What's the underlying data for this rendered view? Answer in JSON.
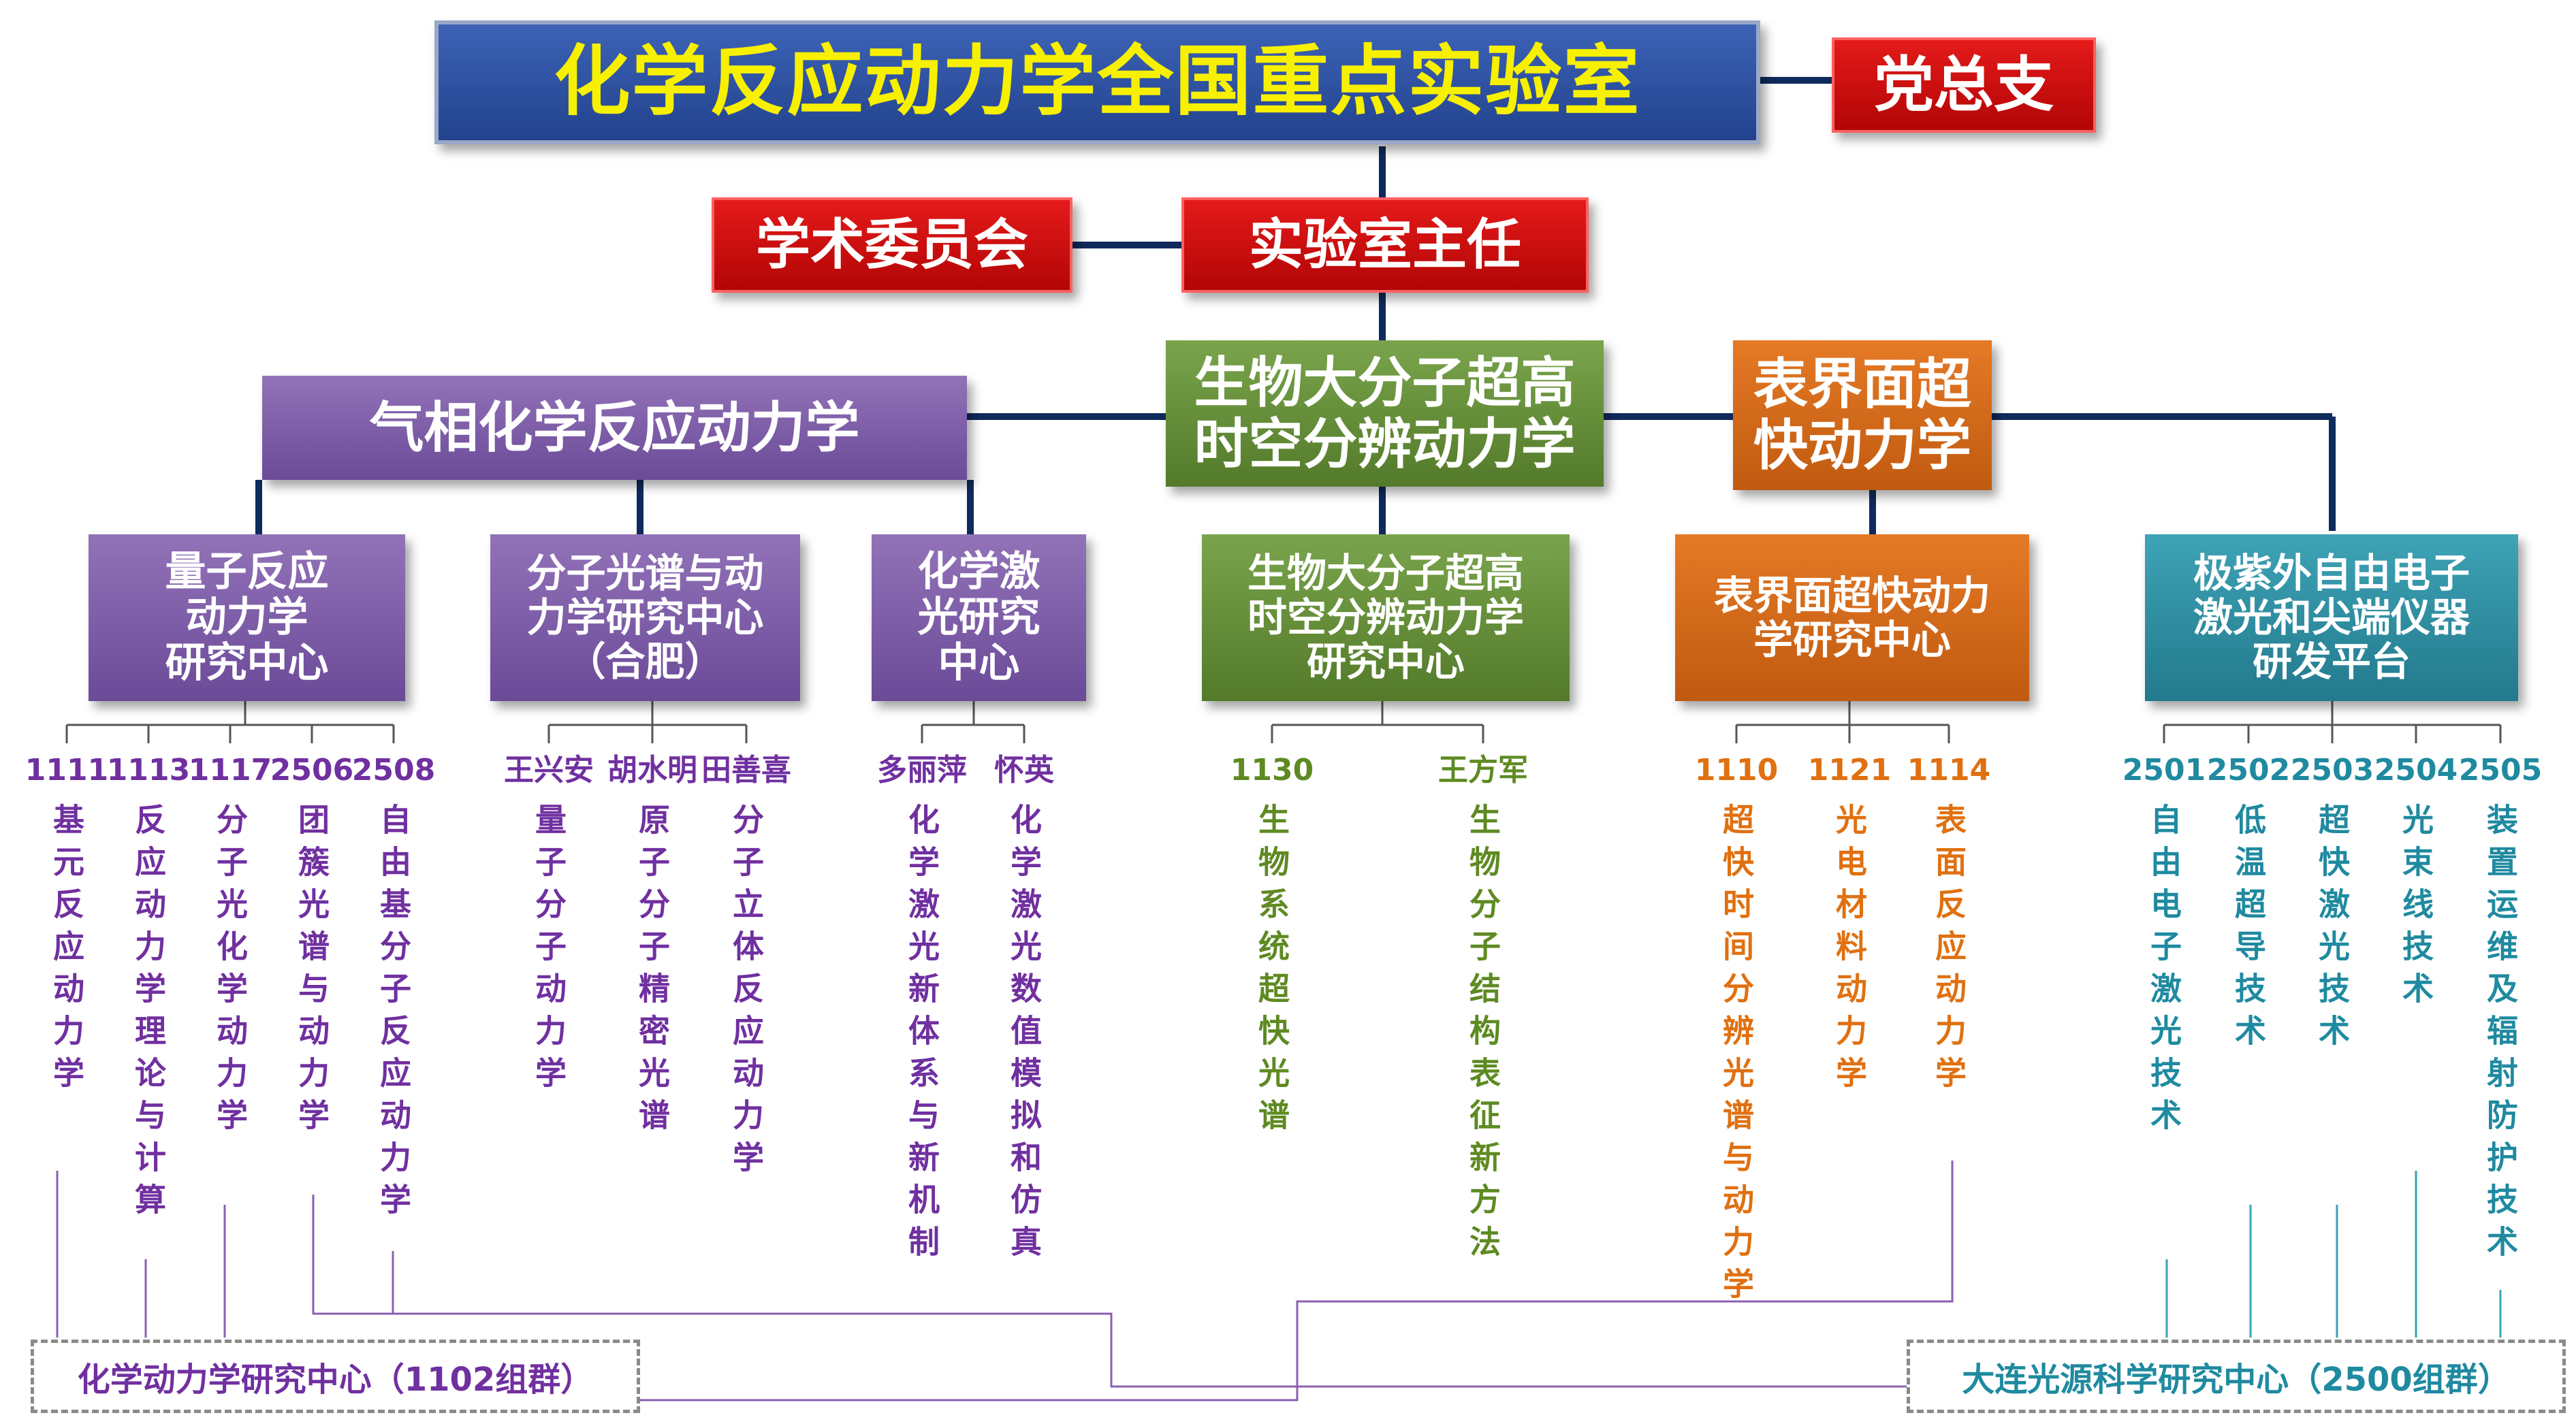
{
  "title": "化学反应动力学全国重点实验室",
  "party": "党总支",
  "committee": "学术委员会",
  "director": "实验室主任",
  "divisions": {
    "gas": "气相化学反应动力学",
    "bio": "生物大分子超高\n时空分辨动力学",
    "surface": "表界面超\n快动力学"
  },
  "centers": [
    {
      "id": "quantum",
      "label": "量子反应\n动力学\n研究中心"
    },
    {
      "id": "spectro",
      "label": "分子光谱与动\n力学研究中心\n（合肥）"
    },
    {
      "id": "laser",
      "label": "化学激\n光研究\n中心"
    },
    {
      "id": "bio",
      "label": "生物大分子超高\n时空分辨动力学\n研究中心"
    },
    {
      "id": "surface",
      "label": "表界面超快动力\n学研究中心"
    },
    {
      "id": "euv",
      "label": "极紫外自由电子\n激光和尖端仪器\n研发平台"
    }
  ],
  "groups": [
    {
      "code": "1111",
      "topic": "基元反应动力学",
      "color": "purple"
    },
    {
      "code": "1113",
      "topic": "反应动力学理论与计算",
      "color": "purple"
    },
    {
      "code": "1117",
      "topic": "分子光化学动力学",
      "color": "purple"
    },
    {
      "code": "2506",
      "topic": "团簇光谱与动力学",
      "color": "purple"
    },
    {
      "code": "2508",
      "topic": "自由基分子反应动力学",
      "color": "purple"
    },
    {
      "code": "王兴安",
      "topic": "量子分子动力学",
      "color": "purple"
    },
    {
      "code": "胡水明",
      "topic": "原子分子精密光谱",
      "color": "purple"
    },
    {
      "code": "田善喜",
      "topic": "分子立体反应动力学",
      "color": "purple"
    },
    {
      "code": "多丽萍",
      "topic": "化学激光新体系与新机制",
      "color": "purple"
    },
    {
      "code": "怀英",
      "topic": "化学激光数值模拟和仿真",
      "color": "purple"
    },
    {
      "code": "1130",
      "topic": "生物系统超快光谱",
      "color": "green"
    },
    {
      "code": "王方军",
      "topic": "生物分子结构表征新方法",
      "color": "green"
    },
    {
      "code": "1110",
      "topic": "超快时间分辨光谱与动力学",
      "color": "orange"
    },
    {
      "code": "1121",
      "topic": "光电材料动力学",
      "color": "orange"
    },
    {
      "code": "1114",
      "topic": "表面反应动力学",
      "color": "orange"
    },
    {
      "code": "2501",
      "topic": "自由电子激光技术",
      "color": "teal"
    },
    {
      "code": "2502",
      "topic": "低温超导技术",
      "color": "teal"
    },
    {
      "code": "2503",
      "topic": "超快激光技术",
      "color": "teal"
    },
    {
      "code": "2504",
      "topic": "光束线技术",
      "color": "teal"
    },
    {
      "code": "2505",
      "topic": "装置运维及辐射防护技术",
      "color": "teal"
    }
  ],
  "clusters": {
    "left": "化学动力学研究中心（1102组群）",
    "right": "大连光源科学研究中心（2500组群）"
  },
  "colors": {
    "purple": "#7030a0",
    "green": "#5e8a22",
    "orange": "#e07010",
    "teal": "#1f8aa0",
    "navy": "#0f2a5c"
  }
}
